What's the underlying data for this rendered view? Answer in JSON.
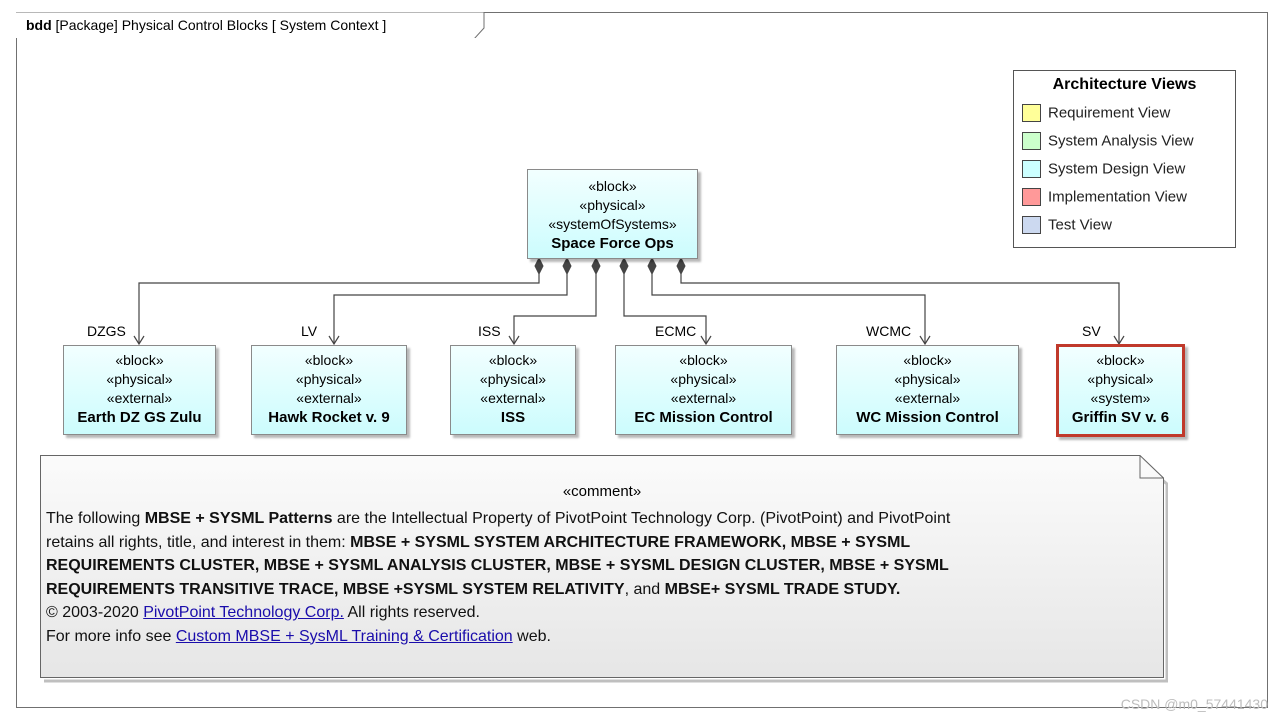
{
  "frame": {
    "kind": "bdd",
    "title": "[Package] Physical Control Blocks [ System Context ]"
  },
  "legend": {
    "title": "Architecture Views",
    "items": [
      {
        "label": "Requirement View",
        "color": "#ffff99"
      },
      {
        "label": "System Analysis View",
        "color": "#ccffcc"
      },
      {
        "label": "System Design View",
        "color": "#ccffff"
      },
      {
        "label": "Implementation View",
        "color": "#ff9999"
      },
      {
        "label": "Test View",
        "color": "#ccd9f0"
      }
    ]
  },
  "root_block": {
    "stereotypes": [
      "«block»",
      "«physical»",
      "«systemOfSystems»"
    ],
    "name": "Space Force Ops"
  },
  "parts": [
    {
      "role": "DZGS",
      "stereotypes": [
        "«block»",
        "«physical»",
        "«external»"
      ],
      "name": "Earth DZ GS Zulu"
    },
    {
      "role": "LV",
      "stereotypes": [
        "«block»",
        "«physical»",
        "«external»"
      ],
      "name": "Hawk Rocket v. 9"
    },
    {
      "role": "ISS",
      "stereotypes": [
        "«block»",
        "«physical»",
        "«external»"
      ],
      "name": "ISS"
    },
    {
      "role": "ECMC",
      "stereotypes": [
        "«block»",
        "«physical»",
        "«external»"
      ],
      "name": "EC Mission Control"
    },
    {
      "role": "WCMC",
      "stereotypes": [
        "«block»",
        "«physical»",
        "«external»"
      ],
      "name": "WC Mission Control"
    },
    {
      "role": "SV",
      "stereotypes": [
        "«block»",
        "«physical»",
        "«system»"
      ],
      "name": "Griffin SV v. 6",
      "highlight_color": "#c0392b"
    }
  ],
  "comment": {
    "stereotype": "«comment»",
    "line1_pre": "The following ",
    "line1_bold": "MBSE + SYSML Patterns",
    "line1_post": " are the Intellectual Property of PivotPoint Technology Corp. (PivotPoint) and PivotPoint",
    "line2_pre": "retains all rights, title, and interest in them: ",
    "line2_bold": "MBSE + SYSML SYSTEM ARCHITECTURE FRAMEWORK, MBSE + SYSML",
    "line3_bold": "REQUIREMENTS CLUSTER, MBSE + SYSML ANALYSIS CLUSTER, MBSE + SYSML DESIGN CLUSTER, MBSE + SYSML",
    "line4_bold_a": " REQUIREMENTS TRANSITIVE TRACE, MBSE +SYSML SYSTEM RELATIVITY",
    "line4_mid": ", and ",
    "line4_bold_b": "MBSE+ SYSML TRADE STUDY.",
    "line5_pre": "© 2003-2020 ",
    "line5_link": "PivotPoint Technology Corp.",
    "line5_post": " All rights reserved.",
    "line6_pre": "For more info see ",
    "line6_link": "Custom MBSE + SysML Training & Certification",
    "line6_post": " web."
  },
  "watermark": "CSDN @m0_57441430"
}
